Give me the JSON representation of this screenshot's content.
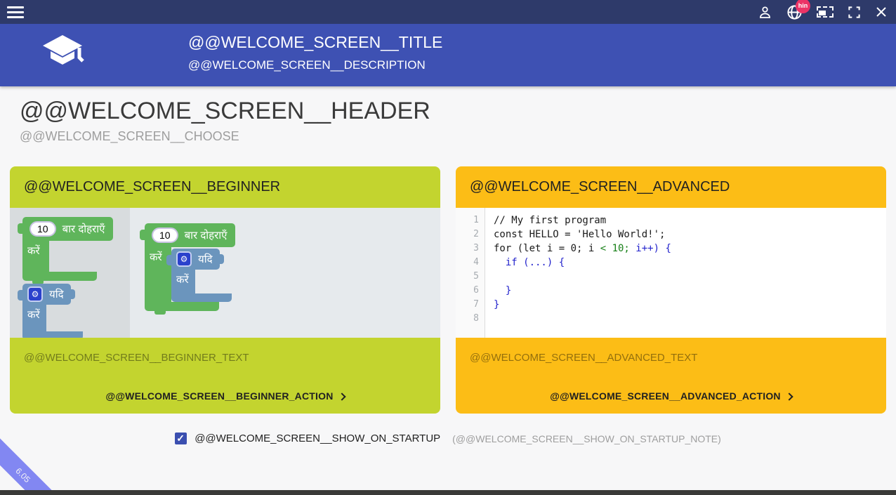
{
  "topbar": {
    "language_badge": "hin"
  },
  "header": {
    "title": "@@WELCOME_SCREEN__TITLE",
    "description": "@@WELCOME_SCREEN__DESCRIPTION"
  },
  "main": {
    "header": "@@WELCOME_SCREEN__HEADER",
    "choose": "@@WELCOME_SCREEN__CHOOSE"
  },
  "beginner_card": {
    "title": "@@WELCOME_SCREEN__BEGINNER",
    "text": "@@WELCOME_SCREEN__BEGINNER_TEXT",
    "action": "@@WELCOME_SCREEN__BEGINNER_ACTION",
    "blocks": {
      "repeat_count": "10",
      "repeat_label": "बार दोहराएँ",
      "do_label": "करें",
      "if_label": "यदि",
      "gear_icon": "⚙"
    }
  },
  "advanced_card": {
    "title": "@@WELCOME_SCREEN__ADVANCED",
    "text": "@@WELCOME_SCREEN__ADVANCED_TEXT",
    "action": "@@WELCOME_SCREEN__ADVANCED_ACTION",
    "code": {
      "line_numbers": [
        "1",
        "2",
        "3",
        "4",
        "5",
        "6",
        "7",
        "8"
      ],
      "lines": [
        [
          {
            "text": "// My first program",
            "color": "default"
          }
        ],
        [
          {
            "text": "const HELLO = 'Hello World!';",
            "color": "default"
          }
        ],
        [
          {
            "text": "for (let i = 0; i ",
            "color": "default"
          },
          {
            "text": "< 10;",
            "color": "green"
          },
          {
            "text": " i++) {",
            "color": "blue"
          }
        ],
        [
          {
            "text": "  if (...) {",
            "color": "blue"
          }
        ],
        [],
        [
          {
            "text": "  }",
            "color": "blue"
          }
        ],
        [
          {
            "text": "}",
            "color": "blue"
          }
        ],
        []
      ]
    }
  },
  "footer": {
    "show_on_startup": "@@WELCOME_SCREEN__SHOW_ON_STARTUP",
    "show_on_startup_note": "(@@WELCOME_SCREEN__SHOW_ON_STARTUP_NOTE)",
    "checkbox_checked": true
  },
  "version": "6.05",
  "colors": {
    "topbar": "#2e3a6a",
    "header": "#3e51b3",
    "beginner_card": "#c3d42f",
    "advanced_card": "#fcbd16",
    "language_badge": "#ec3366",
    "ribbon": "#8287f2",
    "checkbox": "#3b4fb0",
    "block_green": "#5fb55b",
    "block_blue": "#6b95bd",
    "code_green": "#188018",
    "code_blue": "#2222cc"
  }
}
